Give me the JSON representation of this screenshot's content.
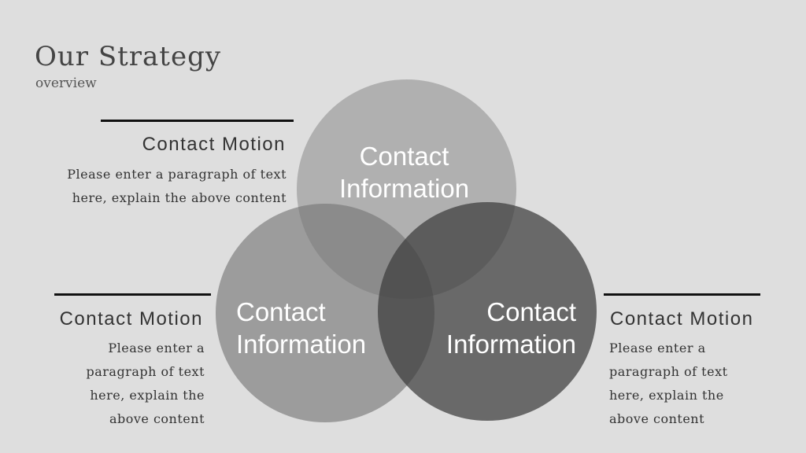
{
  "header": {
    "title": "Our Strategy",
    "subtitle": "overview"
  },
  "blocks": [
    {
      "title": "Contact Motion",
      "text": "Please enter a paragraph of text here, explain the above content"
    },
    {
      "title": "Contact Motion",
      "text": "Please enter a paragraph of text here, explain the above content"
    },
    {
      "title": "Contact Motion",
      "text": "Please enter a paragraph of text here, explain the above content"
    }
  ],
  "circles": [
    {
      "line1": "Contact",
      "line2": "Information"
    },
    {
      "line1": "Contact",
      "line2": "Information"
    },
    {
      "line1": "Contact",
      "line2": "Information"
    }
  ],
  "colors": {
    "background": "#dedede",
    "circle_top": "#a8a8a8",
    "circle_left": "#9a9a9a",
    "circle_right": "#666666",
    "rule": "#111111"
  }
}
